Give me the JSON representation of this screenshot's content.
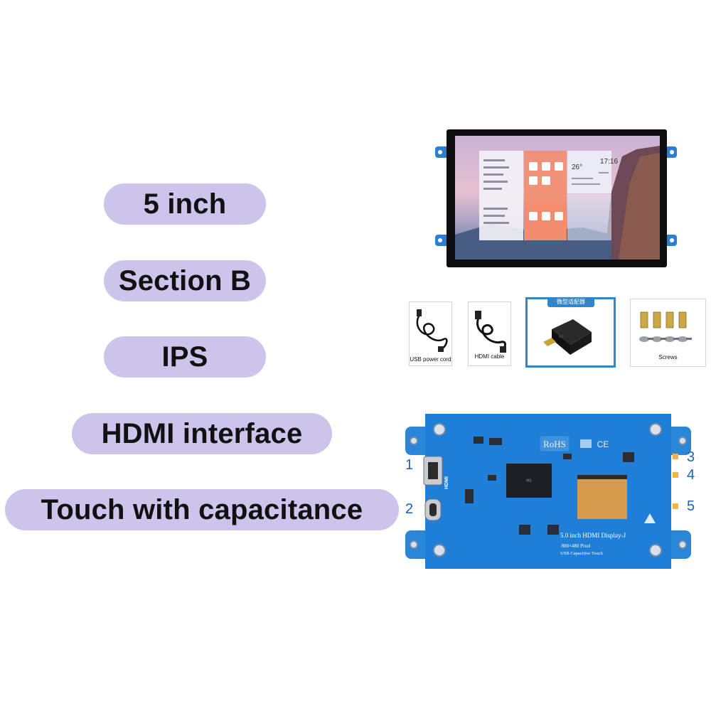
{
  "features": {
    "size": "5 inch",
    "section": "Section B",
    "panel": "IPS",
    "interface": "HDMI interface",
    "touch": "Touch with capacitance"
  },
  "screen": {
    "clock": "17:16",
    "temperature": "26°"
  },
  "accessories": {
    "usb_cord": "USB power cord",
    "hdmi_cable": "HDMI cable",
    "adapter_header": "微型适配器",
    "screws": "Screws"
  },
  "board": {
    "rohs": "RoHS",
    "ce": "CE",
    "hdmi_logo": "HDMI",
    "model": "5.0 inch HDMI Display-J",
    "resolution": "800×480 Pixel",
    "touch_spec": "USB Capacitive Touch",
    "ports": [
      "1",
      "2",
      "3",
      "4",
      "5"
    ]
  },
  "colors": {
    "pill": "#cdc4eb",
    "board": "#1f7fd6",
    "accent": "#2f86c8"
  }
}
